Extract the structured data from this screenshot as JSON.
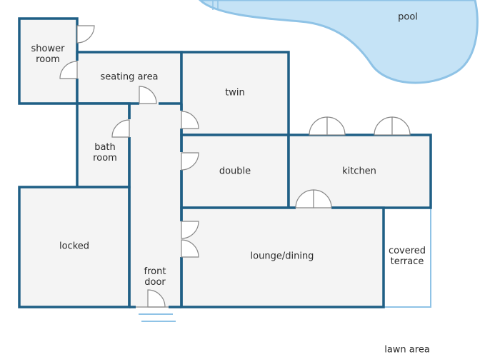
{
  "colors": {
    "wall": "#1f5f85",
    "floor": "#f4f4f4",
    "pool": "#c5e3f6",
    "pool_edge": "#8fc3e6",
    "terrace_edge": "#8fc3e6"
  },
  "labels": {
    "pool": "pool",
    "shower_room": "shower\nroom",
    "seating_area": "seating area",
    "twin": "twin",
    "bath_room": "bath\nroom",
    "double": "double",
    "kitchen": "kitchen",
    "locked": "locked",
    "lounge_dining": "lounge/dining",
    "covered_terrace": "covered\nterrace",
    "front_door": "front\ndoor",
    "lawn_area": "lawn area"
  }
}
